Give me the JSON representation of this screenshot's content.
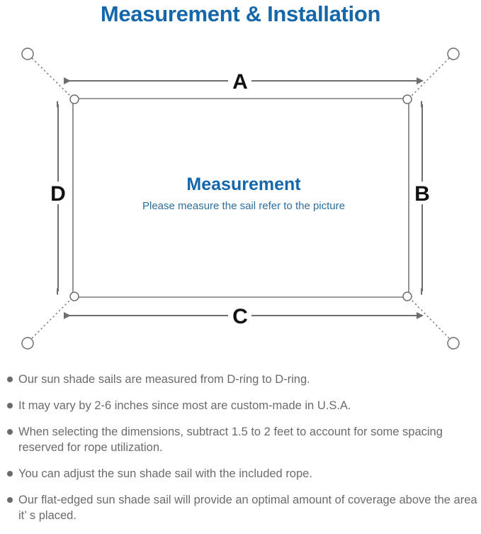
{
  "page": {
    "title": "Measurement & Installation",
    "title_color": "#1567ab",
    "background": "#ffffff"
  },
  "diagram": {
    "name": "sun-shade-sail-measurement-diagram",
    "center": {
      "heading": "Measurement",
      "heading_color": "#1567ab",
      "subtext": "Please measure the sail refer to the picture",
      "subtext_color": "#2e6f9e"
    },
    "dimension_labels": [
      {
        "id": "A",
        "label": "A",
        "edge": "top",
        "orientation": "horizontal"
      },
      {
        "id": "B",
        "label": "B",
        "edge": "right",
        "orientation": "vertical"
      },
      {
        "id": "C",
        "label": "C",
        "edge": "bottom",
        "orientation": "horizontal"
      },
      {
        "id": "D",
        "label": "D",
        "edge": "left",
        "orientation": "vertical"
      }
    ],
    "line_color": "#6e6e6e",
    "sail_border_color": "#7a7a7a",
    "d_rings": [
      {
        "corner": "top-left"
      },
      {
        "corner": "top-right"
      },
      {
        "corner": "bottom-left"
      },
      {
        "corner": "bottom-right"
      }
    ],
    "anchor_points": [
      {
        "corner": "top-left"
      },
      {
        "corner": "top-right"
      },
      {
        "corner": "bottom-left"
      },
      {
        "corner": "bottom-right"
      }
    ],
    "rope_style": "dotted"
  },
  "notes": {
    "text_color": "#6b6b6b",
    "items": [
      "Our sun shade sails are measured from D-ring to D-ring.",
      "It may vary by 2-6 inches since most are custom-made in U.S.A.",
      "When selecting the dimensions, subtract 1.5 to 2 feet to account for some spacing reserved for rope utilization.",
      "You can adjust the sun shade sail with the included rope.",
      "Our flat-edged sun shade sail will provide an optimal amount of coverage above the area it’ s placed."
    ]
  }
}
